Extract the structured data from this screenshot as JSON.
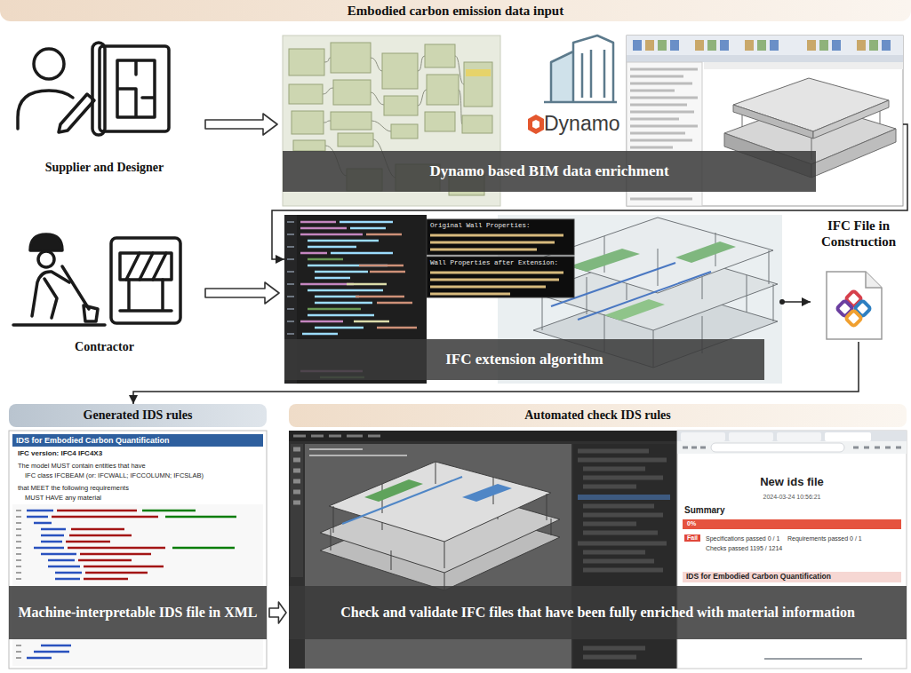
{
  "diagram": {
    "nodes": [
      {
        "text": [
          "Embodied carbon emission data input"
        ]
      },
      {
        "text": [
          "Supplier and Designer"
        ]
      },
      {
        "text": [
          "Dynamo based BIM data enrichment"
        ]
      },
      {
        "text": [
          "Contractor"
        ]
      },
      {
        "text": [
          "IFC extension algorithm"
        ]
      },
      {
        "text": [
          "IFC File in Construction"
        ]
      },
      {
        "text": [
          "Generated IDS rules"
        ]
      },
      {
        "text": [
          "Automated check IDS rules"
        ]
      },
      {
        "text": [
          "Machine-interpretable IDS file in XML"
        ]
      },
      {
        "text": [
          "Check and validate IFC files that have been fully enriched with material information"
        ]
      }
    ],
    "edges": [
      {
        "from": 1,
        "to": 2,
        "arrow": "to"
      },
      {
        "from": 2,
        "to": 4,
        "arrow": "to"
      },
      {
        "from": 3,
        "to": 4,
        "arrow": "to"
      },
      {
        "from": 4,
        "to": 5,
        "arrow": "to"
      },
      {
        "from": 5,
        "to": 6,
        "arrow": "to"
      },
      {
        "from": 8,
        "to": 9,
        "arrow": "to"
      }
    ],
    "labels": [
      "Dynamo",
      "IDS for Embodied Carbon Quantification",
      "IFC version: IFC4 IFC4X3",
      "The model MUST contain entities that have",
      "IFC class IFCBEAM (or: IFCWALL; IFCCOLUMN; IFCSLAB)",
      "that MEET the following requirements",
      "MUST HAVE any material",
      "Original Wall Properties:",
      "Wall Properties after Extension:",
      "New ids file",
      "2024-03-24 10:56:21",
      "Summary",
      "0%",
      "Fail",
      "Specifications passed 0 / 1",
      "Requirements passed 0 / 1",
      "Checks passed 1195 / 1214",
      "IDS for Embodied Carbon Quantification"
    ]
  }
}
